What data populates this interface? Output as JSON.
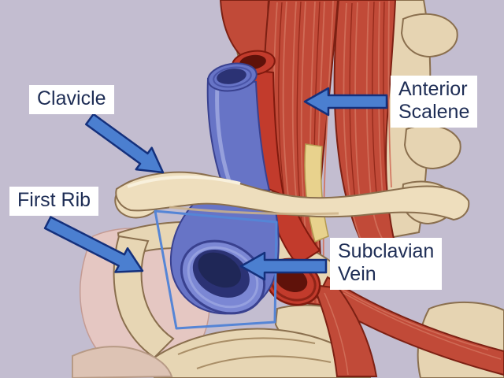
{
  "labels": {
    "clavicle": {
      "text": "Clavicle"
    },
    "first_rib": {
      "text": "First Rib"
    },
    "anterior_scalene": {
      "line1": "Anterior",
      "line2": "Scalene"
    },
    "subclavian_vein": {
      "line1": "Subclavian",
      "line2": "Vein"
    }
  },
  "colors": {
    "background": "#c3bdd0",
    "label_text": "#1e2d55",
    "label_background": "#ffffff",
    "arrow_fill": "#4b7fd0",
    "arrow_outline": "#14307c",
    "highlight_box": "#5585d6",
    "bone": "#e6d4b2",
    "bone_outline": "#8a6f4e",
    "clavicle_bone": "#eedebd",
    "rib_bone": "#e7d6b4",
    "muscle": "#c14a38",
    "muscle_outline": "#7c2013",
    "vein": "#6774c6",
    "vein_outline": "#39418f",
    "vein_lumen": "#2b3274",
    "artery": "#c23b2c",
    "artery_outline": "#801a0e",
    "artery_lumen": "#5f120a",
    "nerve": "#e8d28d",
    "tissue_pink": "#e5c7c2"
  }
}
